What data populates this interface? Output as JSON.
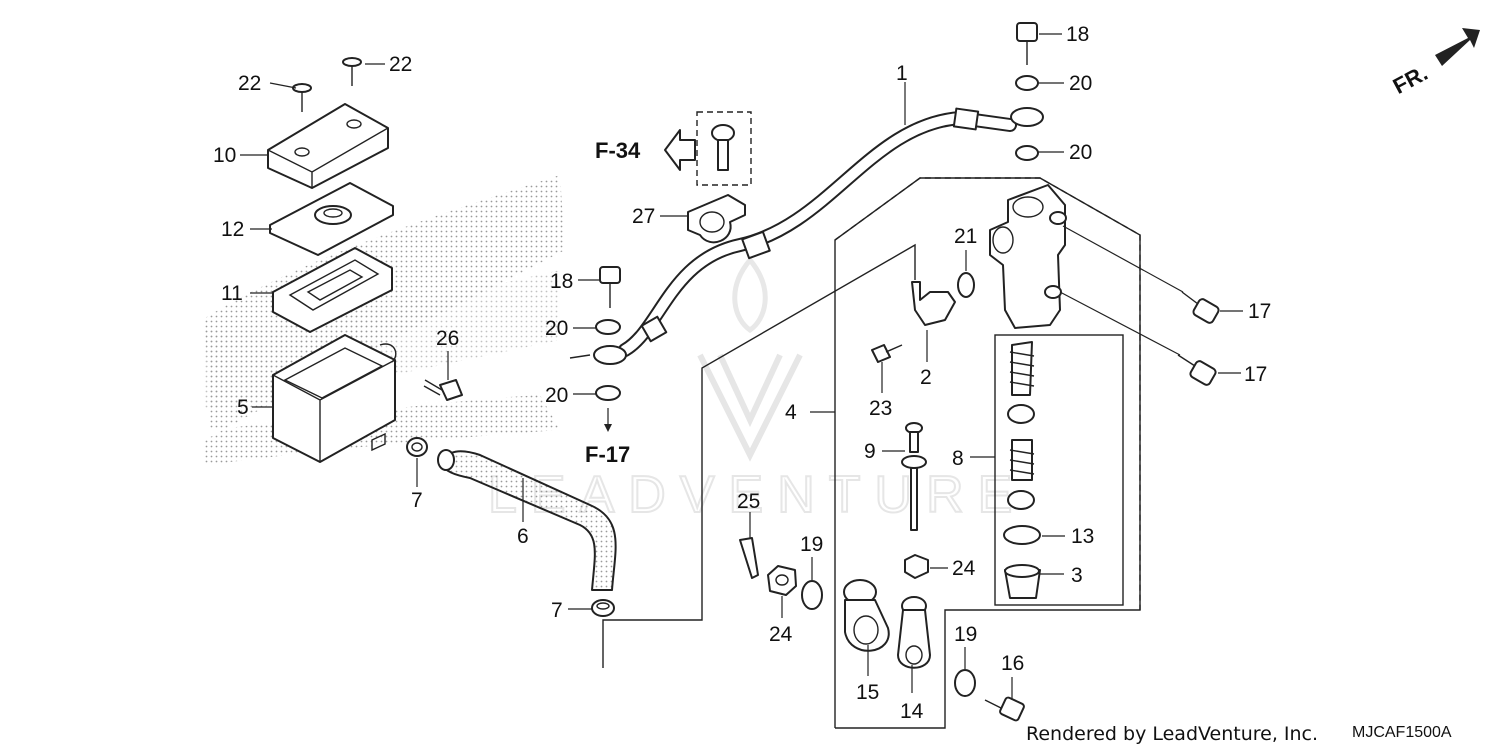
{
  "parts": [
    {
      "id": "p1",
      "label": "1"
    },
    {
      "id": "p2",
      "label": "2"
    },
    {
      "id": "p3",
      "label": "3"
    },
    {
      "id": "p4",
      "label": "4"
    },
    {
      "id": "p5",
      "label": "5"
    },
    {
      "id": "p6",
      "label": "6"
    },
    {
      "id": "p7a",
      "label": "7"
    },
    {
      "id": "p7b",
      "label": "7"
    },
    {
      "id": "p8",
      "label": "8"
    },
    {
      "id": "p9",
      "label": "9"
    },
    {
      "id": "p10",
      "label": "10"
    },
    {
      "id": "p11",
      "label": "11"
    },
    {
      "id": "p12",
      "label": "12"
    },
    {
      "id": "p13",
      "label": "13"
    },
    {
      "id": "p14",
      "label": "14"
    },
    {
      "id": "p15",
      "label": "15"
    },
    {
      "id": "p16",
      "label": "16"
    },
    {
      "id": "p17a",
      "label": "17"
    },
    {
      "id": "p17b",
      "label": "17"
    },
    {
      "id": "p18a",
      "label": "18"
    },
    {
      "id": "p18b",
      "label": "18"
    },
    {
      "id": "p19a",
      "label": "19"
    },
    {
      "id": "p19b",
      "label": "19"
    },
    {
      "id": "p20a",
      "label": "20"
    },
    {
      "id": "p20b",
      "label": "20"
    },
    {
      "id": "p20c",
      "label": "20"
    },
    {
      "id": "p20d",
      "label": "20"
    },
    {
      "id": "p21",
      "label": "21"
    },
    {
      "id": "p22a",
      "label": "22"
    },
    {
      "id": "p22b",
      "label": "22"
    },
    {
      "id": "p23",
      "label": "23"
    },
    {
      "id": "p24a",
      "label": "24"
    },
    {
      "id": "p24b",
      "label": "24"
    },
    {
      "id": "p25",
      "label": "25"
    },
    {
      "id": "p26",
      "label": "26"
    },
    {
      "id": "p27",
      "label": "27"
    }
  ],
  "references": {
    "f34": "F-34",
    "f17": "F-17",
    "front": "FR."
  },
  "footer": {
    "rendered_by": "Rendered by LeadVenture, Inc.",
    "diagram_code": "MJCAF1500A"
  },
  "watermark": {
    "text": "LEADVENTURE"
  }
}
